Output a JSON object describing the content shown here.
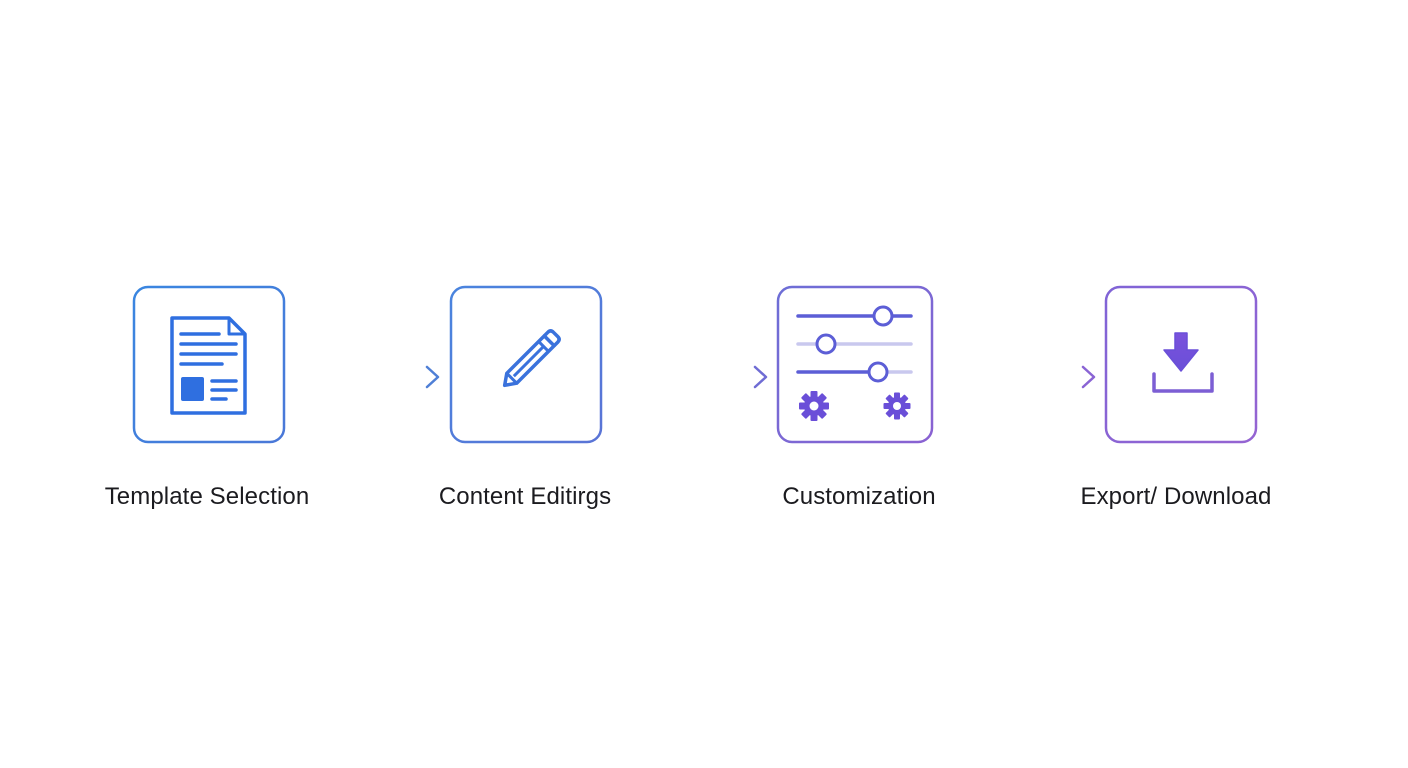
{
  "colors": {
    "step1": "#3f7fdc",
    "step2": "#4f7fd6",
    "step3": "#7d64d2",
    "step4": "#8c64d4",
    "icon_blue": "#2f6fe0",
    "icon_violet": "#6a4fd8",
    "slider_track_light": "#c9c8ee",
    "label": "#1b1b1f"
  },
  "steps": [
    {
      "label": "Template Selection",
      "icon": "document-icon"
    },
    {
      "label": "Content Editirgs",
      "icon": "pencil-icon"
    },
    {
      "label": "Customization",
      "icon": "sliders-gears-icon"
    },
    {
      "label": "Export/ Download",
      "icon": "download-icon"
    }
  ]
}
